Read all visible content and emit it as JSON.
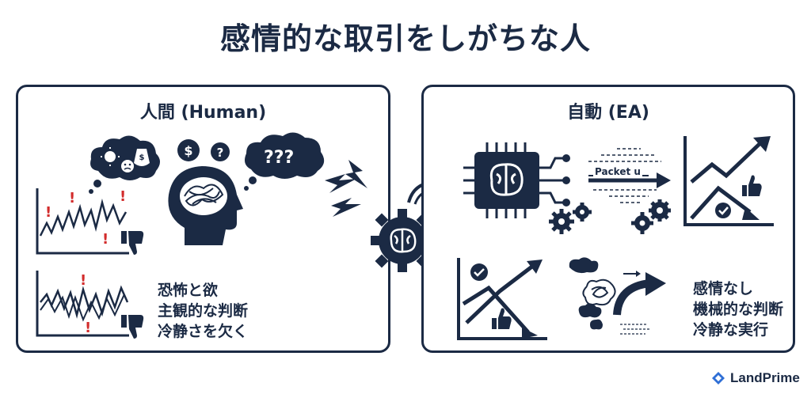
{
  "title": "感情的な取引をしがちな人",
  "left_panel": {
    "heading": "人間 (Human)",
    "items": [
      "恐怖と欲",
      "主観的な判断",
      "冷静さを欠く"
    ]
  },
  "right_panel": {
    "heading": "自動 (EA)",
    "packet_label": "Packet u",
    "items": [
      "感情なし",
      "機械的な判断",
      "冷静な実行"
    ]
  },
  "brand": {
    "name": "LandPrime"
  },
  "colors": {
    "navy": "#1b2a44",
    "red": "#d22b2b",
    "accent": "#2f6fd6"
  }
}
